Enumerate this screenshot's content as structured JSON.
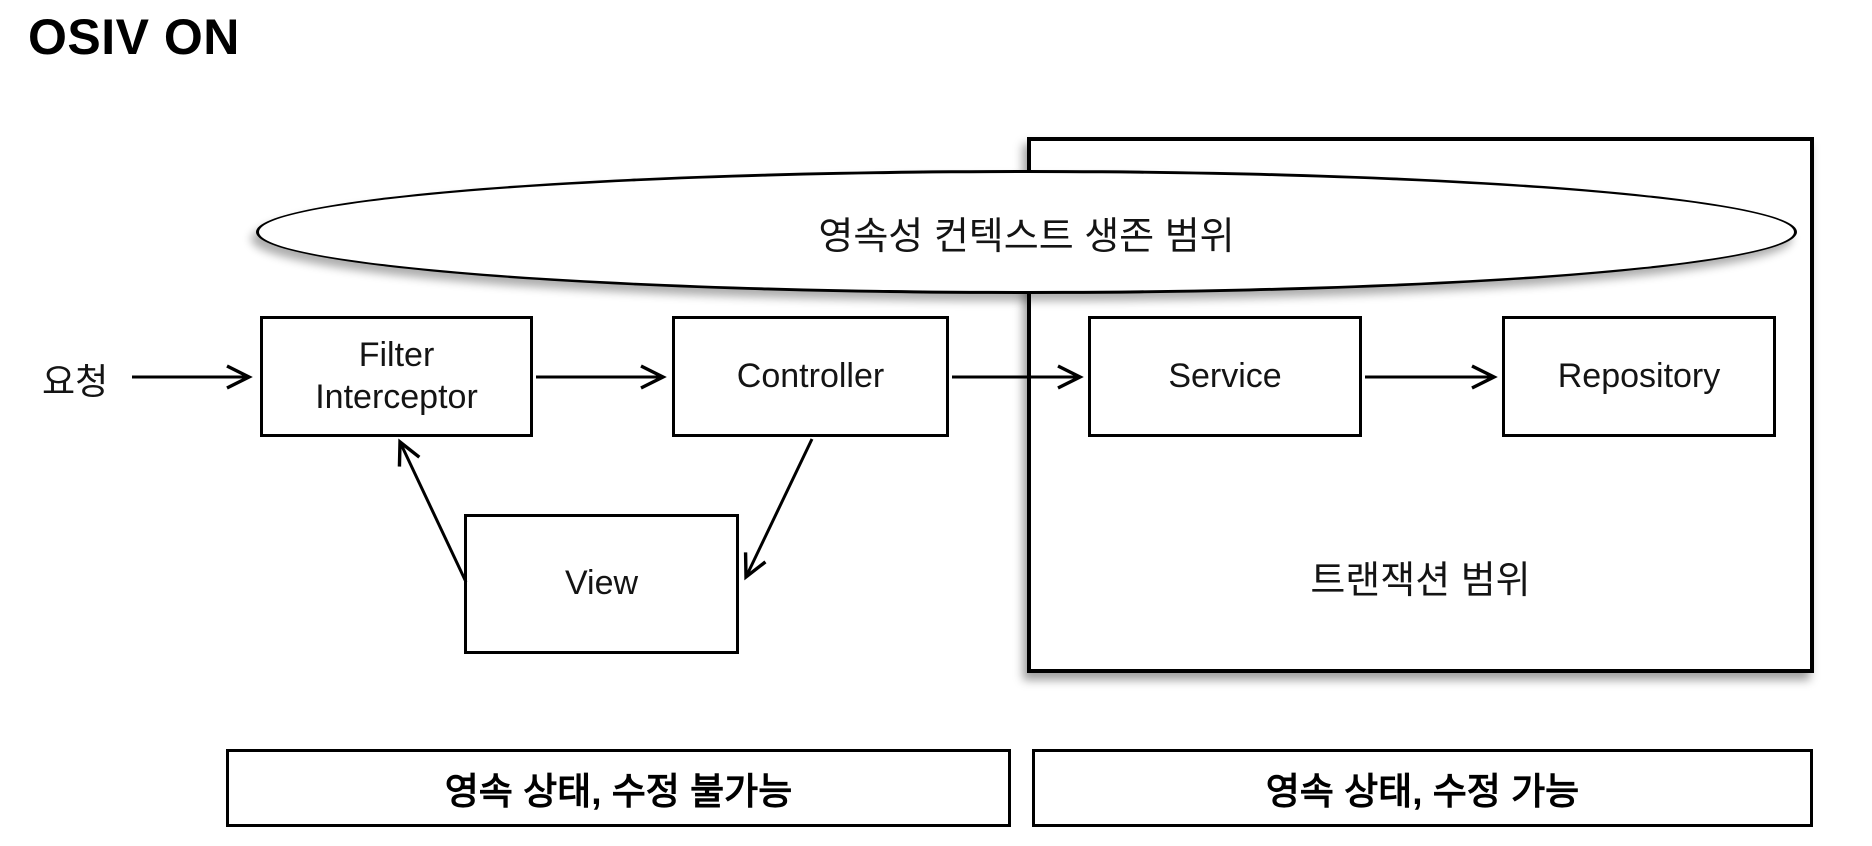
{
  "page": {
    "title": "OSIV ON"
  },
  "colors": {
    "ink": "#000000",
    "background": "#ffffff"
  },
  "diagram": {
    "scopes": {
      "persistence_context": "영속성 컨텍스트 생존 범위",
      "transaction": "트랜잭션 범위"
    },
    "request_label": "요청",
    "nodes": {
      "filter": {
        "line1": "Filter",
        "line2": "Interceptor"
      },
      "controller": {
        "label": "Controller"
      },
      "service": {
        "label": "Service"
      },
      "repository": {
        "label": "Repository"
      },
      "view": {
        "label": "View"
      }
    },
    "edges": [
      {
        "from": "request",
        "to": "filter-interceptor"
      },
      {
        "from": "filter-interceptor",
        "to": "controller"
      },
      {
        "from": "controller",
        "to": "service"
      },
      {
        "from": "service",
        "to": "repository"
      },
      {
        "from": "controller",
        "to": "view"
      },
      {
        "from": "view",
        "to": "filter-interceptor"
      }
    ],
    "legend": {
      "left": "영속 상태, 수정 불가능",
      "right": "영속 상태, 수정 가능"
    }
  }
}
